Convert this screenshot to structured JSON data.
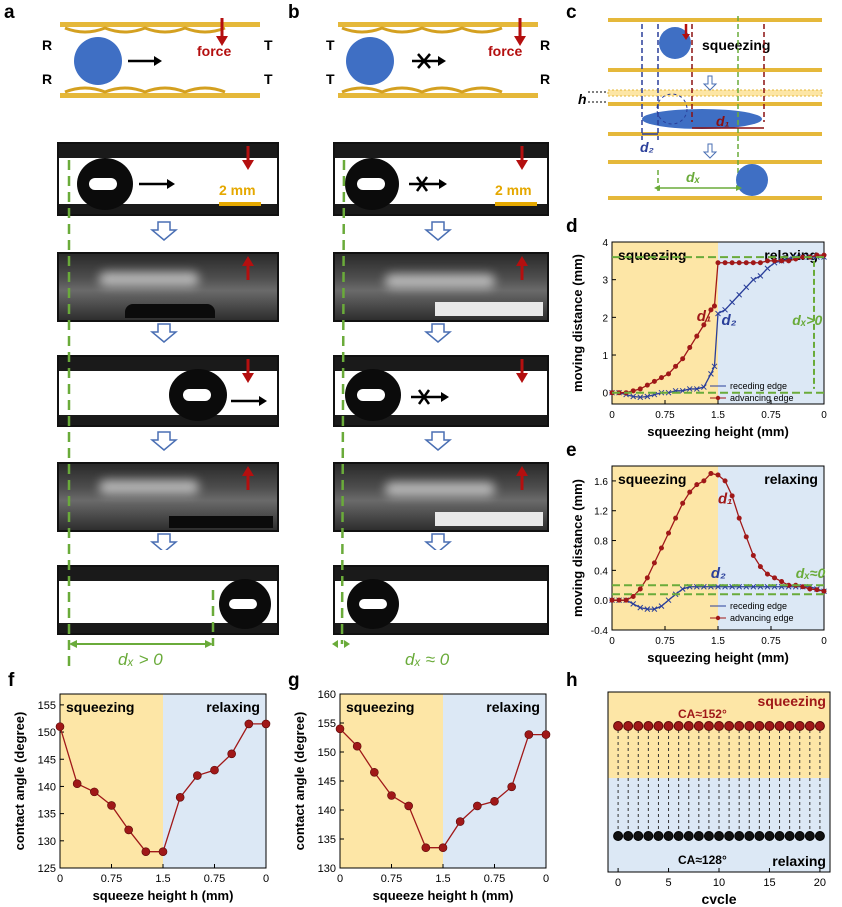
{
  "panels": {
    "a": "a",
    "b": "b",
    "c": "c",
    "d": "d",
    "e": "e",
    "f": "f",
    "g": "g",
    "h": "h"
  },
  "schematic_a": {
    "force": "force",
    "R": "R",
    "T": "T"
  },
  "schematic_b": {
    "force": "force",
    "R": "R",
    "T": "T"
  },
  "scale_bar": "2 mm",
  "dx_a": "dₓ > 0",
  "dx_b": "dₓ ≈ 0",
  "schematic_c": {
    "squeezing": "squeezing",
    "h": "h",
    "d1": "d₁",
    "d2": "d₂",
    "dx": "dₓ"
  },
  "colors": {
    "squeeze_bg": "#fde6a6",
    "relax_bg": "#dce8f5",
    "receding": "#2a3f9a",
    "advancing": "#a01818",
    "dashed_green": "#6aab3a",
    "plate": "#e5b83a",
    "force_arrow": "#b40f0f"
  },
  "chart_data": [
    {
      "id": "d",
      "type": "line",
      "region_labels": [
        "squeezing",
        "relaxing"
      ],
      "xlabel": "squeezing height (mm)",
      "ylabel": "moving distance (mm)",
      "x_tick_labels": [
        "0",
        "0.75",
        "1.5",
        "0.75",
        "0"
      ],
      "ylim": [
        -0.3,
        4.0
      ],
      "y_ticks": [
        0,
        1,
        2,
        3,
        4
      ],
      "annotations": [
        "d₁",
        "d₂",
        "dₓ>0"
      ],
      "legend": [
        "receding edge",
        "advancing edge"
      ],
      "legend_position": "bottom-right",
      "series": [
        {
          "name": "receding edge",
          "x": [
            0,
            0.1,
            0.2,
            0.3,
            0.4,
            0.5,
            0.6,
            0.7,
            0.8,
            0.9,
            1.0,
            1.1,
            1.2,
            1.3,
            1.4,
            1.45,
            1.5,
            1.6,
            1.7,
            1.8,
            1.9,
            2.0,
            2.1,
            2.2,
            2.3,
            2.4,
            2.5,
            2.6,
            2.7,
            2.8,
            2.9,
            3.0
          ],
          "y": [
            0,
            0,
            -0.05,
            -0.1,
            -0.12,
            -0.1,
            -0.05,
            0,
            0,
            0.05,
            0.05,
            0.1,
            0.1,
            0.15,
            0.5,
            0.7,
            2.1,
            2.2,
            2.4,
            2.6,
            2.8,
            3.0,
            3.1,
            3.3,
            3.45,
            3.5,
            3.55,
            3.6,
            3.6,
            3.6,
            3.6,
            3.6
          ]
        },
        {
          "name": "advancing edge",
          "x": [
            0,
            0.1,
            0.2,
            0.3,
            0.4,
            0.5,
            0.6,
            0.7,
            0.8,
            0.9,
            1.0,
            1.1,
            1.2,
            1.3,
            1.4,
            1.45,
            1.5,
            1.6,
            1.7,
            1.8,
            1.9,
            2.0,
            2.1,
            2.2,
            2.3,
            2.4,
            2.5,
            2.6,
            2.7,
            2.8,
            2.9,
            3.0
          ],
          "y": [
            0,
            0,
            0,
            0.05,
            0.1,
            0.2,
            0.3,
            0.4,
            0.5,
            0.7,
            0.9,
            1.2,
            1.5,
            1.8,
            2.2,
            2.3,
            3.45,
            3.45,
            3.45,
            3.45,
            3.45,
            3.45,
            3.45,
            3.5,
            3.5,
            3.5,
            3.5,
            3.55,
            3.6,
            3.6,
            3.65,
            3.65
          ]
        }
      ]
    },
    {
      "id": "e",
      "type": "line",
      "region_labels": [
        "squeezing",
        "relaxing"
      ],
      "xlabel": "squeezing height (mm)",
      "ylabel": "moving distance (mm)",
      "x_tick_labels": [
        "0",
        "0.75",
        "1.5",
        "0.75",
        "0"
      ],
      "ylim": [
        -0.4,
        1.8
      ],
      "y_ticks": [
        -0.4,
        0.0,
        0.4,
        0.8,
        1.2,
        1.6
      ],
      "annotations": [
        "d₁",
        "d₂",
        "dₓ≈0"
      ],
      "legend": [
        "receding edge",
        "advancing edge"
      ],
      "legend_position": "bottom-right",
      "series": [
        {
          "name": "receding edge",
          "x": [
            0,
            0.1,
            0.2,
            0.3,
            0.4,
            0.5,
            0.6,
            0.7,
            0.8,
            0.9,
            1.0,
            1.1,
            1.2,
            1.3,
            1.4,
            1.5,
            1.6,
            1.7,
            1.8,
            1.9,
            2.0,
            2.1,
            2.2,
            2.3,
            2.4,
            2.5,
            2.6,
            2.7,
            2.8,
            2.9,
            3.0
          ],
          "y": [
            0,
            0,
            0,
            -0.05,
            -0.1,
            -0.12,
            -0.12,
            -0.08,
            0,
            0.08,
            0.15,
            0.18,
            0.18,
            0.18,
            0.18,
            0.18,
            0.18,
            0.18,
            0.18,
            0.18,
            0.18,
            0.18,
            0.18,
            0.18,
            0.18,
            0.18,
            0.18,
            0.18,
            0.18,
            0.15,
            0.12
          ]
        },
        {
          "name": "advancing edge",
          "x": [
            0,
            0.1,
            0.2,
            0.3,
            0.4,
            0.5,
            0.6,
            0.7,
            0.8,
            0.9,
            1.0,
            1.1,
            1.2,
            1.3,
            1.4,
            1.5,
            1.6,
            1.7,
            1.8,
            1.9,
            2.0,
            2.1,
            2.2,
            2.3,
            2.4,
            2.5,
            2.6,
            2.7,
            2.8,
            2.9,
            3.0
          ],
          "y": [
            0,
            0,
            0,
            0.05,
            0.15,
            0.3,
            0.5,
            0.7,
            0.9,
            1.1,
            1.3,
            1.45,
            1.55,
            1.6,
            1.7,
            1.68,
            1.6,
            1.4,
            1.1,
            0.85,
            0.6,
            0.45,
            0.35,
            0.3,
            0.25,
            0.2,
            0.2,
            0.18,
            0.15,
            0.14,
            0.12
          ]
        }
      ]
    },
    {
      "id": "f",
      "type": "line",
      "region_labels": [
        "squeezing",
        "relaxing"
      ],
      "xlabel": "squeeze height h (mm)",
      "ylabel": "contact angle (degree)",
      "x_tick_labels": [
        "0",
        "0.75",
        "1.5",
        "0.75",
        "0"
      ],
      "ylim": [
        125,
        157
      ],
      "y_ticks": [
        125,
        130,
        135,
        140,
        145,
        150,
        155
      ],
      "series": [
        {
          "name": "",
          "x": [
            0,
            0.25,
            0.5,
            0.75,
            1.0,
            1.25,
            1.5,
            1.75,
            2.0,
            2.25,
            2.5,
            2.75,
            3.0
          ],
          "y": [
            151,
            140.5,
            139,
            136.5,
            132,
            128,
            128,
            138,
            142,
            143,
            146,
            151.5,
            151.5
          ]
        }
      ]
    },
    {
      "id": "g",
      "type": "line",
      "region_labels": [
        "squeezing",
        "relaxing"
      ],
      "xlabel": "squeeze height h (mm)",
      "ylabel": "contact angle (degree)",
      "x_tick_labels": [
        "0",
        "0.75",
        "1.5",
        "0.75",
        "0"
      ],
      "ylim": [
        130,
        160
      ],
      "y_ticks": [
        130,
        135,
        140,
        145,
        150,
        155,
        160
      ],
      "series": [
        {
          "name": "",
          "x": [
            0,
            0.25,
            0.5,
            0.75,
            1.0,
            1.25,
            1.5,
            1.75,
            2.0,
            2.25,
            2.5,
            2.75,
            3.0
          ],
          "y": [
            154,
            151,
            146.5,
            142.5,
            140.7,
            133.5,
            133.5,
            138,
            140.7,
            141.5,
            144,
            153,
            153
          ]
        }
      ]
    },
    {
      "id": "h",
      "type": "scatter",
      "region_labels": [
        "squeezing",
        "relaxing"
      ],
      "annotations": [
        "CA≈152°",
        "CA≈128°"
      ],
      "xlabel": "cycle",
      "x_ticks": [
        0,
        5,
        10,
        15,
        20
      ],
      "xlim": [
        -1,
        21
      ],
      "series": [
        {
          "name": "squeezing",
          "x": [
            0,
            1,
            2,
            3,
            4,
            5,
            6,
            7,
            8,
            9,
            10,
            11,
            12,
            13,
            14,
            15,
            16,
            17,
            18,
            19,
            20
          ],
          "y": [
            152,
            152,
            152,
            152,
            152,
            152,
            152,
            152,
            152,
            152,
            152,
            152,
            152,
            152,
            152,
            152,
            152,
            152,
            152,
            152,
            152
          ]
        },
        {
          "name": "relaxing",
          "x": [
            0,
            1,
            2,
            3,
            4,
            5,
            6,
            7,
            8,
            9,
            10,
            11,
            12,
            13,
            14,
            15,
            16,
            17,
            18,
            19,
            20
          ],
          "y": [
            128,
            128,
            128,
            128,
            128,
            128,
            128,
            128,
            128,
            128,
            128,
            128,
            128,
            128,
            128,
            128,
            128,
            128,
            128,
            128,
            128
          ]
        }
      ]
    }
  ]
}
